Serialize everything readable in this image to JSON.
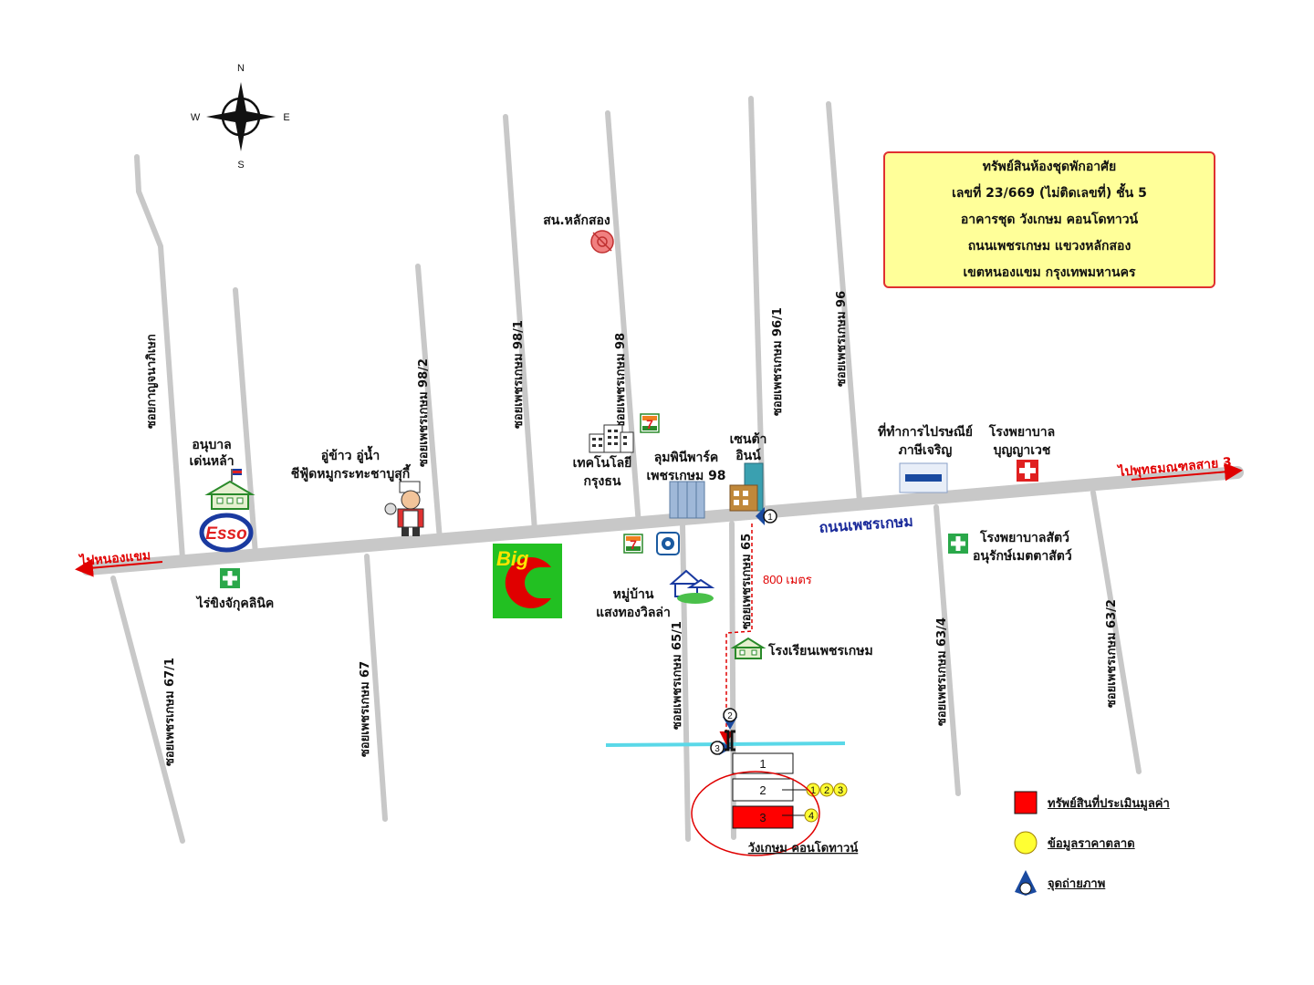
{
  "compass": {
    "n": "N",
    "s": "S",
    "e": "E",
    "w": "W"
  },
  "info_box": {
    "lines": [
      "ทรัพย์สินห้องชุดพักอาศัย",
      "เลขที่ 23/669 (ไม่ติดเลขที่) ชั้น 5",
      "อาคารชุด วังเกษม คอนโดทาวน์",
      "ถนนเพชรเกษม แขวงหลักสอง",
      "เขตหนองแขม กรุงเทพมหานคร"
    ]
  },
  "main_road": {
    "name": "ถนนเพชรเกษม",
    "to_west": "ไปหนองแขม",
    "to_east": "ไปพุทธมณฑลสาย 3"
  },
  "distance_label": "800 เมตร",
  "side_roads": {
    "north": [
      "ซอยกาญจนาภิเษก",
      "ซอยเพชรเกษม 98/2",
      "ซอยเพชรเกษม 98/1",
      "ซอยเพชรเกษม 98",
      "ซอยเพชรเกษม 96/1",
      "ซอยเพชรเกษม 96"
    ],
    "south": [
      "ซอยเพชรเกษม 67/1",
      "ซอยเพชรเกษม 67",
      "ซอยเพชรเกษม 65/1",
      "ซอยเพชรเกษม 65",
      "ซอยเพชรเกษม 63/4",
      "ซอยเพชรเกษม 63/2"
    ]
  },
  "landmarks": {
    "kindergarten": [
      "อนุบาล",
      "เด่นหล้า"
    ],
    "esso": "Esso",
    "clinic": "ไร่ขิงจักุคลินิค",
    "restaurant": [
      "อู่ข้าว อู่น้ำ",
      "ชีฟู้ดหมูกระทะชาบูสุกี้"
    ],
    "big_c": "Big",
    "tech_college": [
      "เทคโนโลยี",
      "กรุงธน"
    ],
    "lumpini": [
      "ลุมพินีพาร์ค",
      "เพชรเกษม 98"
    ],
    "central": [
      "เซนต้า",
      "อินน์"
    ],
    "lak_song_station": "สน.หลักสอง",
    "village": [
      "หมู่บ้าน",
      "แสงทองวิลล่า"
    ],
    "school": "โรงเรียนเพชรเกษม",
    "post_office": [
      "ที่ทำการไปรษณีย์",
      "ภาษีเจริญ"
    ],
    "hospital": [
      "โรงพยาบาล",
      "บุญญาเวช"
    ],
    "animal_hospital": [
      "โรงพยาบาลสัตว์",
      "อนุรักษ์เมตตาสัตว์"
    ],
    "condo": "วังเกษม คอนโดทาวน์",
    "seven_eleven": "7"
  },
  "buildings": [
    "1",
    "2",
    "3"
  ],
  "markers": {
    "market_data": [
      "1",
      "2",
      "3",
      "4"
    ],
    "photo_points": [
      "1",
      "2",
      "3"
    ]
  },
  "legend": {
    "property": "ทรัพย์สินที่ประเมินมูลค่า",
    "market_data": "ข้อมูลราคาตลาด",
    "photo_point": "จุดถ่ายภาพ"
  },
  "colors": {
    "road": "#c8c8c8",
    "property_red": "#ff0000",
    "market_yellow": "#ffff33",
    "info_bg": "#ffff99",
    "canal": "#5ad8e8",
    "route_red": "#e00000",
    "big_c_green": "#22c022"
  }
}
